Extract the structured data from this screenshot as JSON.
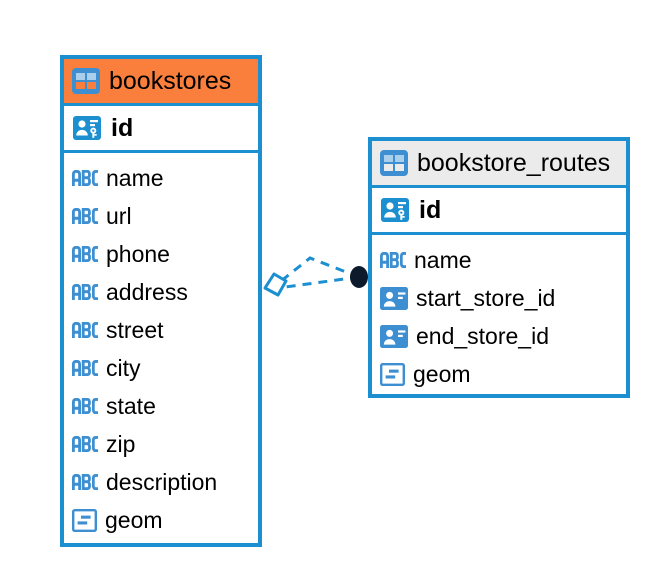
{
  "diagram": {
    "type": "entity-relationship-diagram",
    "background_color": "#ffffff",
    "accent_color": "#1b8fd0",
    "highlight_color": "#fb7f3c",
    "header_grey": "#ebebeb"
  },
  "entities": [
    {
      "name": "bookstores",
      "header_style": "accent-orange",
      "table_icon": "table-icon",
      "primary_key": {
        "name": "id",
        "icon": "primary-key-icon"
      },
      "fields": [
        {
          "name": "name",
          "icon": "text-type-icon",
          "type_label": "ABC"
        },
        {
          "name": "url",
          "icon": "text-type-icon",
          "type_label": "ABC"
        },
        {
          "name": "phone",
          "icon": "text-type-icon",
          "type_label": "ABC"
        },
        {
          "name": "address",
          "icon": "text-type-icon",
          "type_label": "ABC"
        },
        {
          "name": "street",
          "icon": "text-type-icon",
          "type_label": "ABC"
        },
        {
          "name": "city",
          "icon": "text-type-icon",
          "type_label": "ABC"
        },
        {
          "name": "state",
          "icon": "text-type-icon",
          "type_label": "ABC"
        },
        {
          "name": "zip",
          "icon": "text-type-icon",
          "type_label": "ABC"
        },
        {
          "name": "description",
          "icon": "text-type-icon",
          "type_label": "ABC"
        },
        {
          "name": "geom",
          "icon": "geometry-type-icon",
          "type_label": "geometry"
        }
      ]
    },
    {
      "name": "bookstore_routes",
      "header_style": "accent-grey",
      "table_icon": "table-icon",
      "primary_key": {
        "name": "id",
        "icon": "primary-key-icon"
      },
      "fields": [
        {
          "name": "name",
          "icon": "text-type-icon",
          "type_label": "ABC"
        },
        {
          "name": "start_store_id",
          "icon": "foreign-key-icon",
          "type_label": "reference"
        },
        {
          "name": "end_store_id",
          "icon": "foreign-key-icon",
          "type_label": "reference"
        },
        {
          "name": "geom",
          "icon": "geometry-type-icon",
          "type_label": "geometry"
        }
      ]
    }
  ],
  "relationship": {
    "from_entity": "bookstores",
    "to_entity": "bookstore_routes",
    "line_style": "dashed",
    "line_color": "#1b8fd0",
    "source_marker": "diamond-marker",
    "target_marker": "filled-circle-marker",
    "target_marker_color": "#0d1a2b"
  }
}
